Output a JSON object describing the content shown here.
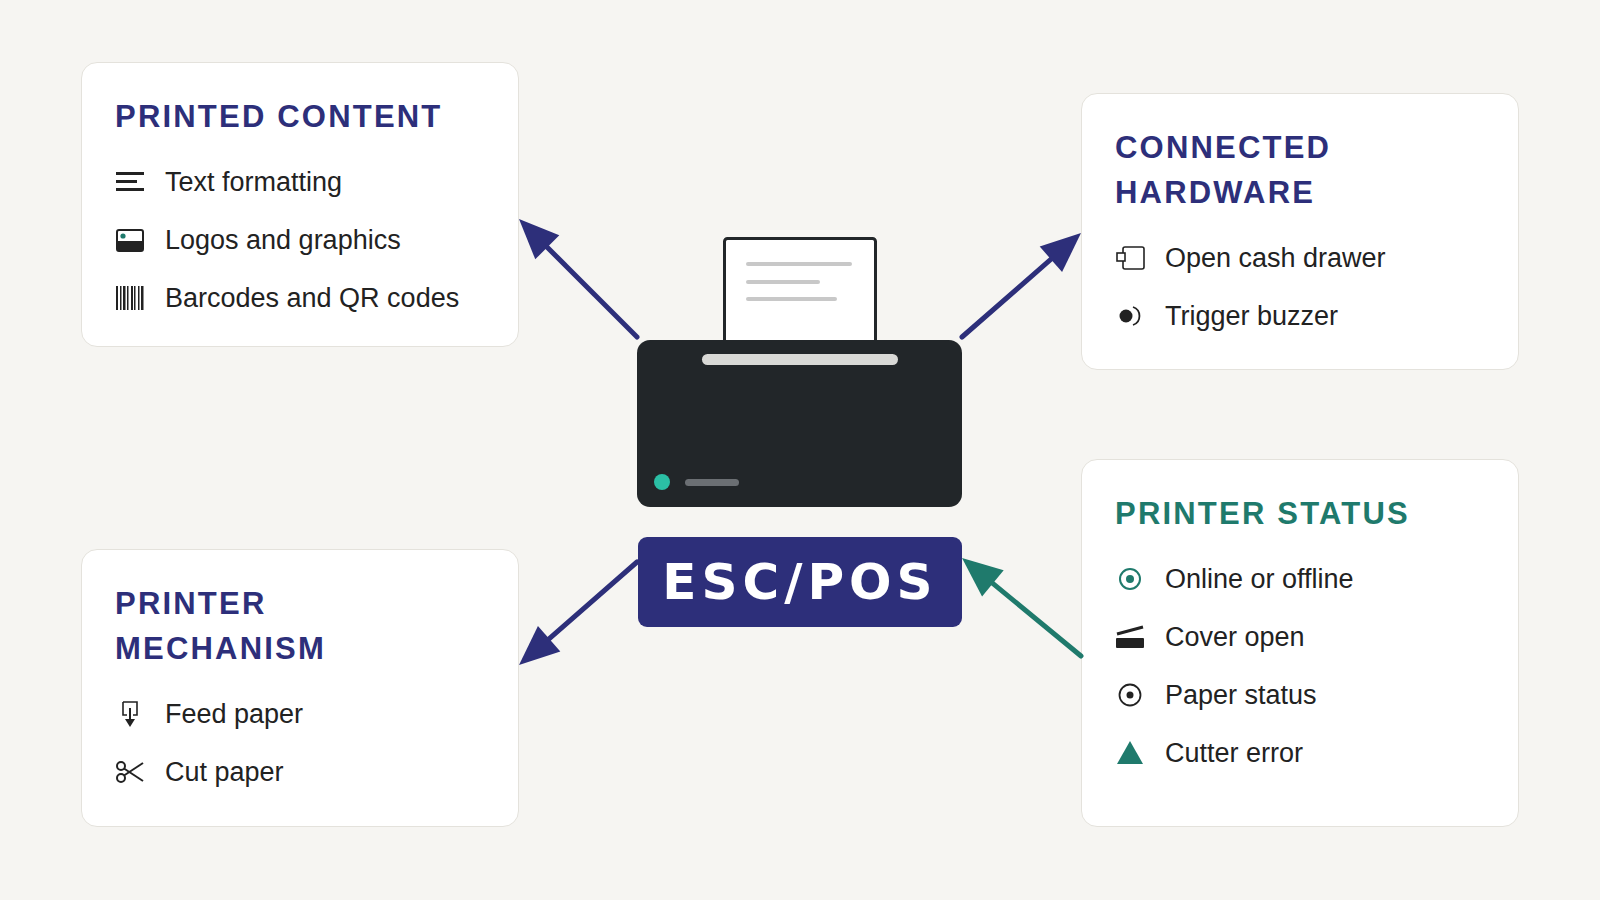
{
  "diagram": {
    "nodes": [
      {
        "text": [
          "PRINTED CONTENT",
          "Text formatting",
          "Logos and graphics",
          "Barcodes and QR codes"
        ]
      },
      {
        "text": [
          "CONNECTED HARDWARE",
          "Open cash drawer",
          "Trigger buzzer"
        ]
      },
      {
        "text": [
          "ESC/POS"
        ]
      },
      {
        "text": [
          "PRINTER MECHANISM",
          "Feed paper",
          "Cut paper"
        ]
      },
      {
        "text": [
          "PRINTER STATUS",
          "Online or offline",
          "Cover open",
          "Paper status",
          "Cutter error"
        ]
      }
    ],
    "edges": [
      {
        "from": 2,
        "to": 0,
        "arrow": "to"
      },
      {
        "from": 2,
        "to": 1,
        "arrow": "to"
      },
      {
        "from": 2,
        "to": 3,
        "arrow": "to"
      },
      {
        "from": 4,
        "to": 2,
        "arrow": "to"
      }
    ]
  }
}
